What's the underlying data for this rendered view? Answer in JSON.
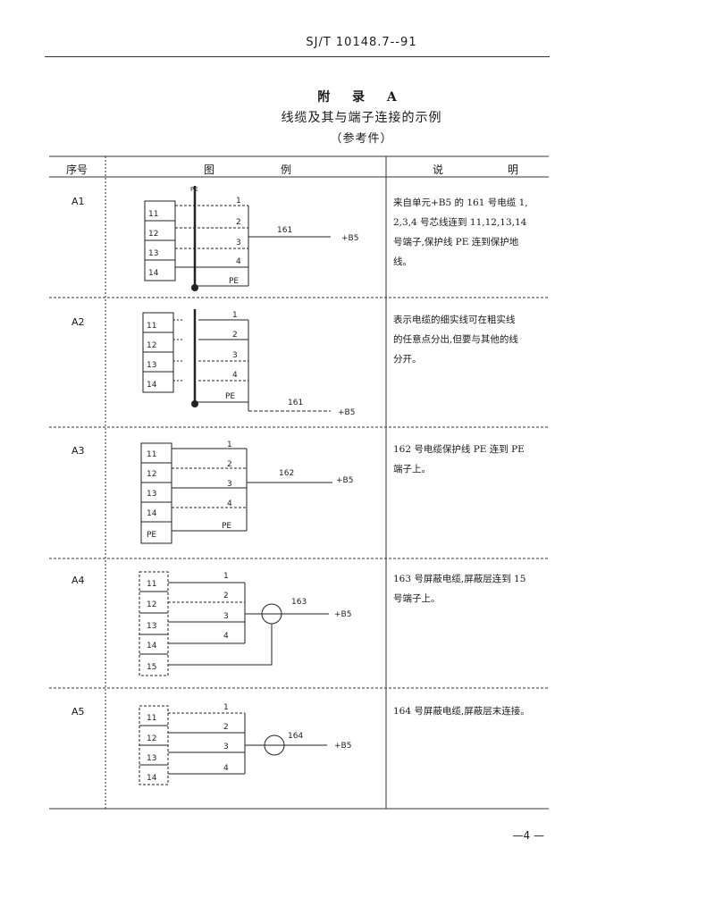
{
  "header": {
    "code": "SJ/T 10148.7--91"
  },
  "titles": {
    "appendix": "附 录 A",
    "subject": "线缆及其与端子连接的示例",
    "nature": "（参考件）"
  },
  "table": {
    "headers": {
      "seq": "序号",
      "figure_a": "图",
      "figure_b": "例",
      "explain_a": "说",
      "explain_b": "明"
    },
    "rows": [
      {
        "seq": "A1",
        "desc_lines": [
          "来自单元+B5 的 161 号电缆 1,",
          "2,3,4 号芯线连到 11,12,13,14",
          "号端子,保护线 PE 连到保护地",
          "线。"
        ],
        "terminals": [
          "11",
          "12",
          "13",
          "14"
        ],
        "cores": [
          "1",
          "2",
          "3",
          "4",
          "PE"
        ],
        "cable": "161",
        "dest": "+B5",
        "bus_label": "PE"
      },
      {
        "seq": "A2",
        "desc_lines": [
          "表示电缆的细实线可在粗实线",
          "的任意点分出,但要与其他的线",
          "分开。"
        ],
        "terminals": [
          "11",
          "12",
          "13",
          "14"
        ],
        "cores": [
          "1",
          "2",
          "3",
          "4",
          "PE"
        ],
        "cable": "161",
        "dest": "+B5"
      },
      {
        "seq": "A3",
        "desc_lines": [
          "162 号电缆保护线 PE 连到 PE",
          "端子上。"
        ],
        "terminals": [
          "11",
          "12",
          "13",
          "14",
          "PE"
        ],
        "cores": [
          "1",
          "2",
          "3",
          "4",
          "PE"
        ],
        "cable": "162",
        "dest": "+B5"
      },
      {
        "seq": "A4",
        "desc_lines": [
          "163 号屏蔽电缆,屏蔽层连到 15",
          "号端子上。"
        ],
        "terminals": [
          "11",
          "12",
          "13",
          "14",
          "15"
        ],
        "cores": [
          "1",
          "2",
          "3",
          "4"
        ],
        "cable": "163",
        "dest": "+B5"
      },
      {
        "seq": "A5",
        "desc_lines": [
          "164 号屏蔽电缆,屏蔽层末连接。"
        ],
        "terminals": [
          "11",
          "12",
          "13",
          "14"
        ],
        "cores": [
          "1",
          "2",
          "3",
          "4"
        ],
        "cable": "164",
        "dest": "+B5"
      }
    ]
  },
  "footer": {
    "page": "—4 —"
  }
}
